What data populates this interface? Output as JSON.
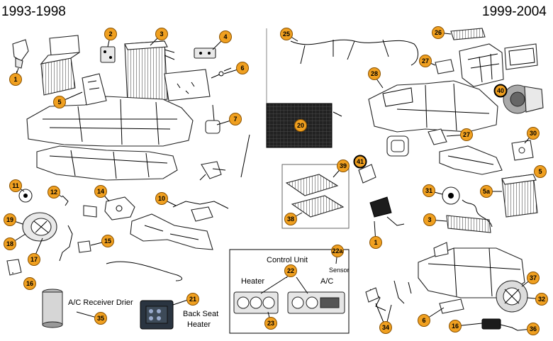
{
  "headers": {
    "left": "1993-1998",
    "right": "1999-2004"
  },
  "control_unit": {
    "title": "Control Unit",
    "heater_label": "Heater",
    "ac_label": "A/C",
    "sensor_label": "Sensor"
  },
  "labels": {
    "receiver_drier": "A/C Receiver Drier",
    "back_seat_heater_line1": "Back Seat",
    "back_seat_heater_line2": "Heater"
  },
  "callouts": [
    "1",
    "2",
    "3",
    "4",
    "5",
    "6",
    "7",
    "10",
    "11",
    "12",
    "14",
    "15",
    "16",
    "17",
    "18",
    "19",
    "35",
    "21",
    "20",
    "25",
    "26",
    "27",
    "28",
    "40",
    "30",
    "39",
    "41",
    "38",
    "5",
    "31",
    "5a",
    "3",
    "1",
    "27",
    "22",
    "22a",
    "23",
    "37",
    "32",
    "6",
    "16",
    "36",
    "34"
  ],
  "colors": {
    "callout_fill": "#f0a020",
    "callout_stroke": "#8a5200"
  }
}
